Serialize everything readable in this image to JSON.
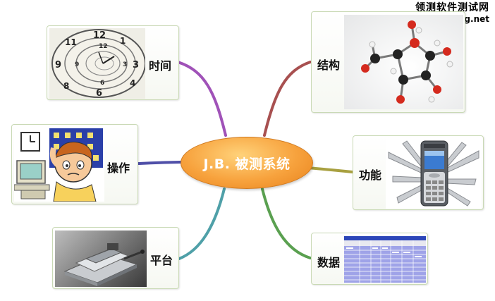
{
  "watermark": {
    "line1": "领测软件测试网",
    "line2": "www.ltesting.net"
  },
  "center": {
    "label": "J.B. 被测系统"
  },
  "branches": {
    "time": {
      "label": "时间",
      "color": "#a052b8"
    },
    "operation": {
      "label": "操作",
      "color": "#4f4fa8"
    },
    "platform": {
      "label": "平台",
      "color": "#4fa0a8"
    },
    "structure": {
      "label": "结构",
      "color": "#a85050"
    },
    "function": {
      "label": "功能",
      "color": "#a8a040"
    },
    "data": {
      "label": "数据",
      "color": "#5aa050"
    }
  }
}
